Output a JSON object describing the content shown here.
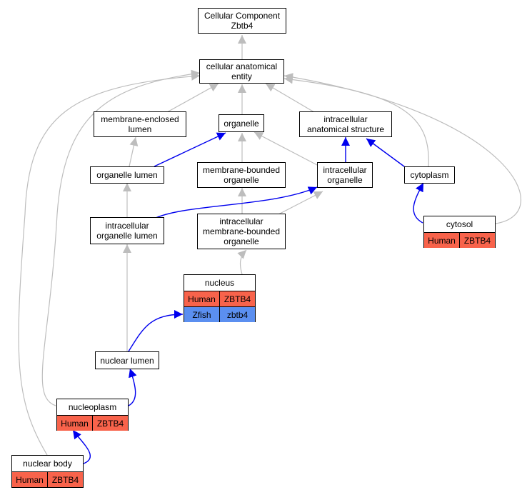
{
  "colors": {
    "human": "#f8634b",
    "zfish": "#5b8ff0",
    "edge_gray": "#bdbdbd",
    "edge_blue": "#0000ee"
  },
  "nodes": {
    "root": {
      "line1": "Cellular Component",
      "line2": "Zbtb4"
    },
    "cellular_anatomical_entity": {
      "line1": "cellular anatomical",
      "line2": "entity"
    },
    "membrane_enclosed_lumen": {
      "line1": "membrane-enclosed",
      "line2": "lumen"
    },
    "organelle": {
      "label": "organelle"
    },
    "intracellular_anatomical_structure": {
      "line1": "intracellular",
      "line2": "anatomical structure"
    },
    "organelle_lumen": {
      "label": "organelle lumen"
    },
    "membrane_bounded_organelle": {
      "line1": "membrane-bounded",
      "line2": "organelle"
    },
    "intracellular_organelle": {
      "line1": "intracellular",
      "line2": "organelle"
    },
    "cytoplasm": {
      "label": "cytoplasm"
    },
    "intracellular_organelle_lumen": {
      "line1": "intracellular",
      "line2": "organelle lumen"
    },
    "intracellular_membrane_bounded_organelle": {
      "line1": "intracellular",
      "line2": "membrane-bounded",
      "line3": "organelle"
    },
    "nuclear_lumen": {
      "label": "nuclear lumen"
    }
  },
  "annotated_nodes": {
    "cytosol": {
      "title": "cytosol",
      "rows": [
        {
          "species": "Human",
          "gene": "ZBTB4"
        }
      ]
    },
    "nucleus": {
      "title": "nucleus",
      "rows": [
        {
          "species": "Human",
          "gene": "ZBTB4"
        },
        {
          "species": "Zfish",
          "gene": "zbtb4"
        }
      ]
    },
    "nucleoplasm": {
      "title": "nucleoplasm",
      "rows": [
        {
          "species": "Human",
          "gene": "ZBTB4"
        }
      ]
    },
    "nuclear_body": {
      "title": "nuclear body",
      "rows": [
        {
          "species": "Human",
          "gene": "ZBTB4"
        }
      ]
    }
  }
}
